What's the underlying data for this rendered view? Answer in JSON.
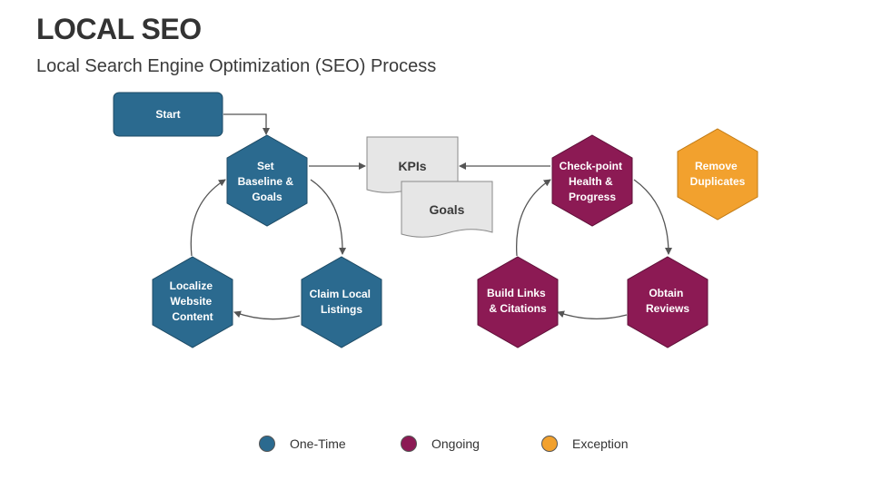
{
  "header": {
    "title": "LOCAL SEO",
    "subtitle": "Local Search Engine Optimization (SEO) Process"
  },
  "colors": {
    "one_time": "#2b6a8f",
    "ongoing": "#8c1a54",
    "exception": "#f2a12e",
    "doc_fill": "#e6e6e6",
    "arrow": "#555555"
  },
  "nodes": {
    "start": "Start",
    "set_baseline": [
      "Set",
      "Baseline &",
      "Goals"
    ],
    "claim_listings": [
      "Claim Local",
      "Listings"
    ],
    "localize_content": [
      "Localize",
      "Website",
      "Content"
    ],
    "checkpoint": [
      "Check-point",
      "Health &",
      "Progress"
    ],
    "obtain_reviews": [
      "Obtain",
      "Reviews"
    ],
    "build_links": [
      "Build Links",
      "& Citations"
    ],
    "remove_duplicates": [
      "Remove",
      "Duplicates"
    ]
  },
  "documents": {
    "kpis": "KPIs",
    "goals": "Goals"
  },
  "legend": [
    {
      "label": "One-Time",
      "color": "#2b6a8f"
    },
    {
      "label": "Ongoing",
      "color": "#8c1a54"
    },
    {
      "label": "Exception",
      "color": "#f2a12e"
    }
  ]
}
